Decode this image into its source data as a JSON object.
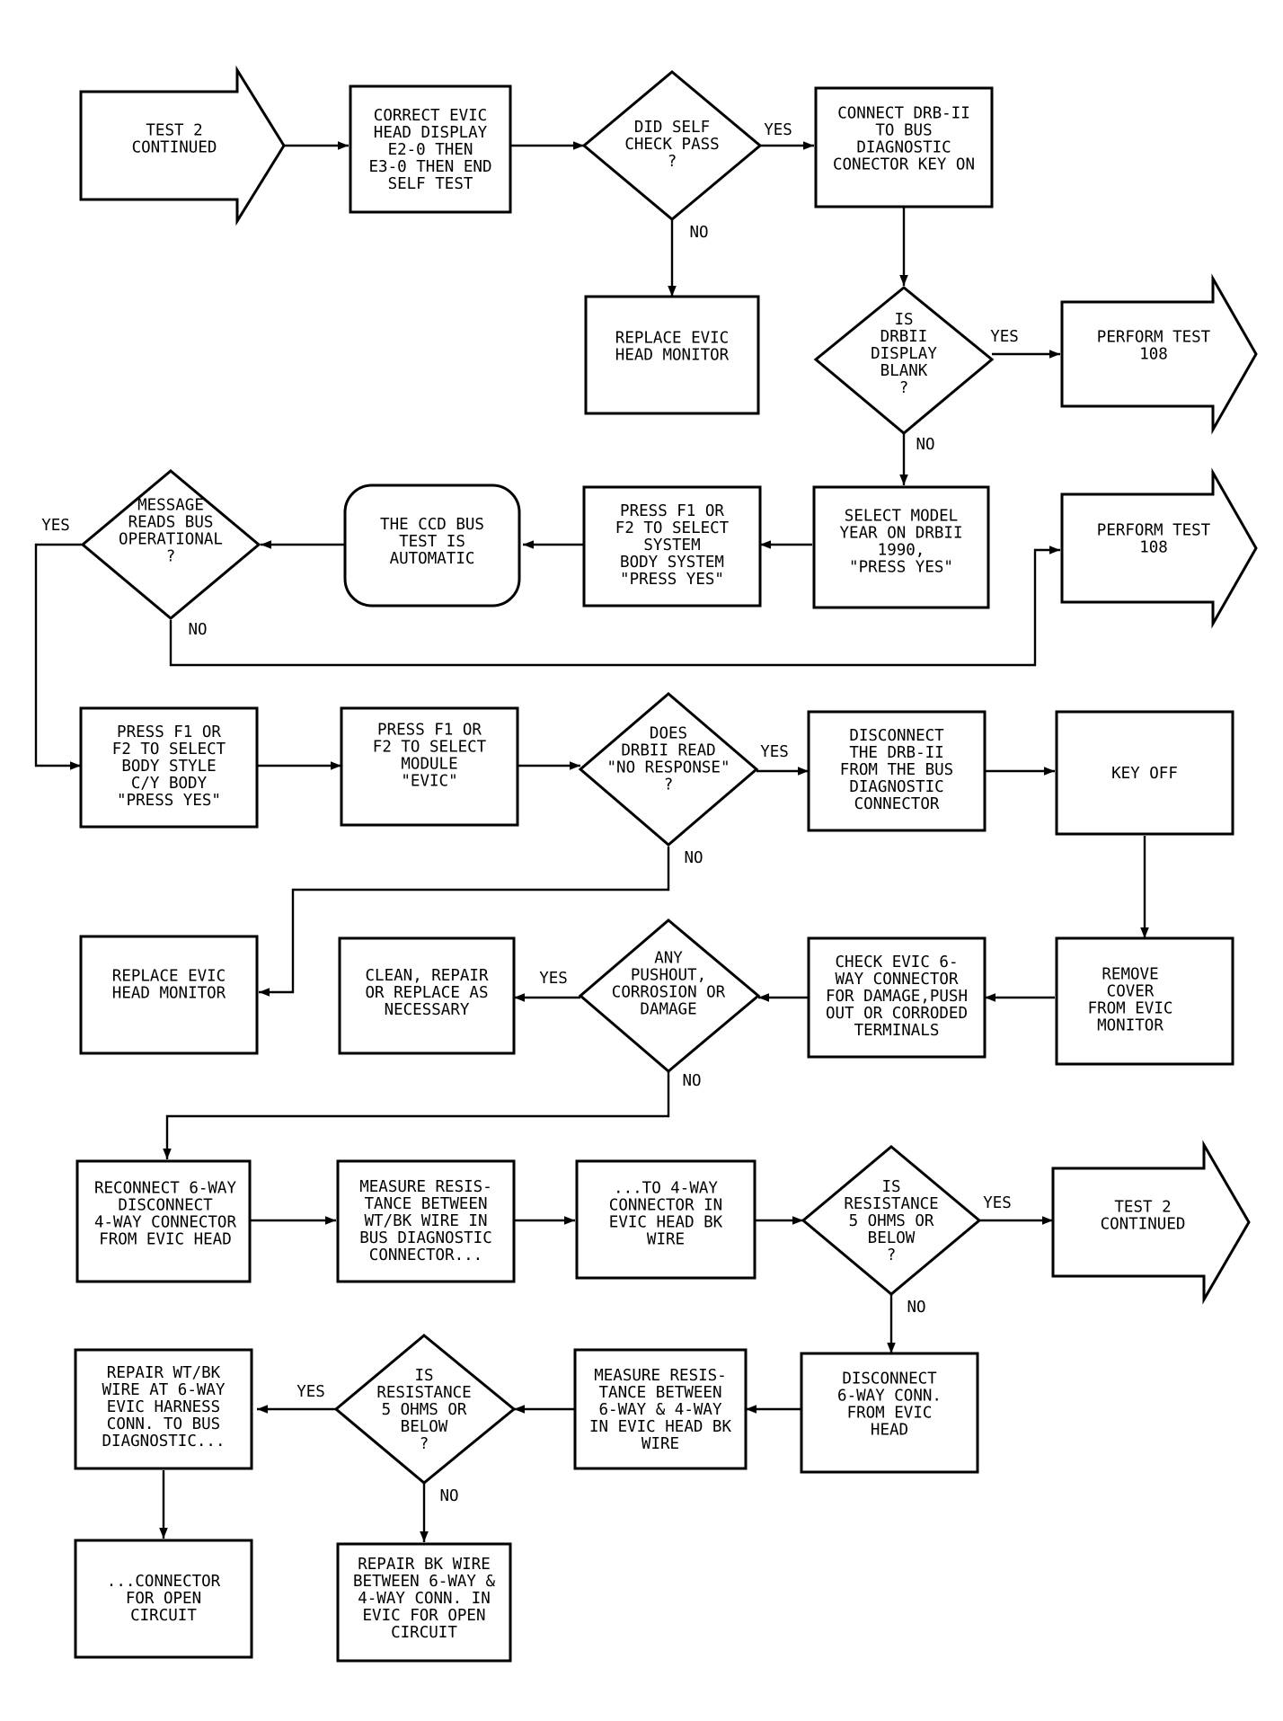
{
  "colors": {
    "ink": "#000000",
    "paper": "#ffffff"
  },
  "nodes": {
    "start_test2": [
      "TEST 2",
      "CONTINUED"
    ],
    "correct_evic": [
      "CORRECT EVIC",
      "HEAD DISPLAY",
      "E2-0 THEN",
      "E3-0 THEN END",
      "SELF TEST"
    ],
    "self_check": [
      "DID SELF",
      "CHECK PASS",
      "?"
    ],
    "connect_drb": [
      "CONNECT DRB-II",
      "TO BUS",
      "DIAGNOSTIC",
      "CONECTOR KEY ON"
    ],
    "replace_evic_1": [
      "REPLACE EVIC",
      "HEAD MONITOR"
    ],
    "display_blank": [
      "IS",
      "DRBII",
      "DISPLAY",
      "BLANK",
      "?"
    ],
    "perform_108_a": [
      "PERFORM TEST",
      "108"
    ],
    "select_model": [
      "SELECT MODEL",
      "YEAR ON DRBII",
      "1990,",
      "\"PRESS YES\""
    ],
    "press_f1_system": [
      "PRESS F1 OR",
      "F2 TO SELECT",
      "SYSTEM",
      "BODY SYSTEM",
      "\"PRESS YES\""
    ],
    "ccd_bus": [
      "THE CCD BUS",
      "TEST IS",
      "AUTOMATIC"
    ],
    "message_bus": [
      "MESSAGE",
      "READS BUS",
      "OPERATIONAL",
      "?"
    ],
    "perform_108_b": [
      "PERFORM TEST",
      "108"
    ],
    "press_body_style": [
      "PRESS F1 OR",
      "F2 TO SELECT",
      "BODY STYLE",
      "C/Y BODY",
      "\"PRESS YES\""
    ],
    "press_module": [
      "PRESS F1 OR",
      "F2 TO SELECT",
      "MODULE",
      "\"EVIC\""
    ],
    "no_response": [
      "DOES",
      "DRBII READ",
      "\"NO RESPONSE\"",
      "?"
    ],
    "disconnect_drb": [
      "DISCONNECT",
      "THE DRB-II",
      "FROM THE BUS",
      "DIAGNOSTIC",
      "CONNECTOR"
    ],
    "key_off": [
      "KEY OFF"
    ],
    "replace_evic_2": [
      "REPLACE EVIC",
      "HEAD MONITOR"
    ],
    "clean_repair": [
      "CLEAN, REPAIR",
      "OR REPLACE AS",
      "NECESSARY"
    ],
    "pushout": [
      "ANY",
      "PUSHOUT,",
      "CORROSION OR",
      "DAMAGE"
    ],
    "check_evic": [
      "CHECK EVIC 6-",
      "WAY CONNECTOR",
      "FOR DAMAGE,PUSH",
      "OUT OR CORRODED",
      "TERMINALS"
    ],
    "remove_cover": [
      "REMOVE",
      "COVER",
      "FROM EVIC",
      "MONITOR"
    ],
    "reconnect": [
      "RECONNECT 6-WAY",
      "DISCONNECT",
      "4-WAY CONNECTOR",
      "FROM EVIC HEAD"
    ],
    "measure_1": [
      "MEASURE RESIS-",
      "TANCE BETWEEN",
      "WT/BK WIRE IN",
      "BUS DIAGNOSTIC",
      "CONNECTOR..."
    ],
    "to_4way": [
      "...TO 4-WAY",
      "CONNECTOR IN",
      "EVIC HEAD BK",
      "WIRE"
    ],
    "resistance_1": [
      "IS",
      "RESISTANCE",
      "5 OHMS OR",
      "BELOW",
      "?"
    ],
    "end_test2": [
      "TEST 2",
      "CONTINUED"
    ],
    "repair_wtbk": [
      "REPAIR WT/BK",
      "WIRE AT 6-WAY",
      "EVIC HARNESS",
      "CONN. TO BUS",
      "DIAGNOSTIC..."
    ],
    "resistance_2": [
      "IS",
      "RESISTANCE",
      "5 OHMS OR",
      "BELOW",
      "?"
    ],
    "measure_2": [
      "MEASURE RESIS-",
      "TANCE BETWEEN",
      "6-WAY & 4-WAY",
      "IN EVIC HEAD BK",
      "WIRE"
    ],
    "disconnect_6way": [
      "DISCONNECT",
      "6-WAY CONN.",
      "FROM EVIC",
      "HEAD"
    ],
    "connector_open": [
      "...CONNECTOR",
      "FOR OPEN",
      "CIRCUIT"
    ],
    "repair_bk": [
      "REPAIR BK WIRE",
      "BETWEEN 6-WAY &",
      "4-WAY CONN. IN",
      "EVIC FOR OPEN",
      "CIRCUIT"
    ]
  },
  "edge_labels": {
    "self_check_yes": "YES",
    "self_check_no": "NO",
    "display_blank_yes": "YES",
    "display_blank_no": "NO",
    "message_bus_yes": "YES",
    "message_bus_no": "NO",
    "no_response_yes": "YES",
    "no_response_no": "NO",
    "pushout_yes": "YES",
    "pushout_no": "NO",
    "resistance_1_yes": "YES",
    "resistance_1_no": "NO",
    "resistance_2_yes": "YES",
    "resistance_2_no": "NO"
  }
}
